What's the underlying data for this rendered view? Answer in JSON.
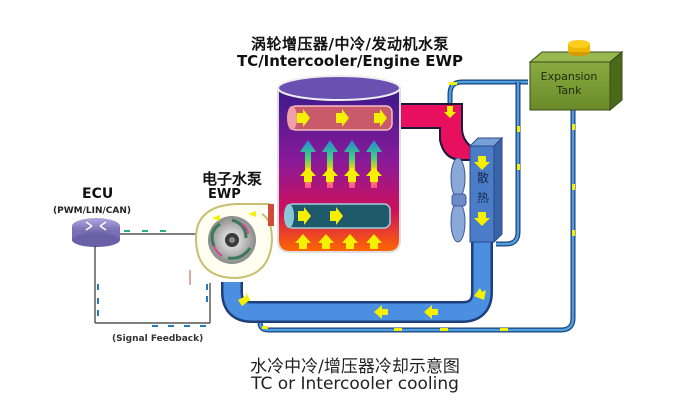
{
  "title": {
    "cn": "涡轮增压器/中冷/发动机水泵",
    "en": "TC/Intercooler/Engine EWP"
  },
  "ecu": {
    "label": "ECU",
    "protocols": "(PWM/LIN/CAN)",
    "icon": "router-icon"
  },
  "pump": {
    "label_cn": "电子水泵",
    "label_en": "EWP",
    "icon": "impeller-icon"
  },
  "signal_feedback": "(Signal Feedback)",
  "expansion_tank": {
    "line1": "Expansion",
    "line2": "Tank"
  },
  "radiator": {
    "label_cn": "散热",
    "chars": [
      "散",
      "热"
    ],
    "icon": "fan-icon"
  },
  "heat_exchanger": {
    "icon": "turbo-intercooler-cylinder"
  },
  "caption": {
    "cn": "水冷中冷/增压器冷却示意图",
    "en": "TC or Intercooler cooling"
  },
  "colors": {
    "pipe_blue": "#4a8fe0",
    "pipe_outline": "#1e3f7a",
    "hot_pink": "#e8105e",
    "arrow_yellow": "#f5f000",
    "tank_green": "#7a9a35",
    "tank_cap": "#f0b800",
    "radiator_blue": "#4a7cc8",
    "ecu_purple": "#8a80c0",
    "signal_green": "#2ab07a",
    "signal_blue": "#2a7ac0"
  }
}
